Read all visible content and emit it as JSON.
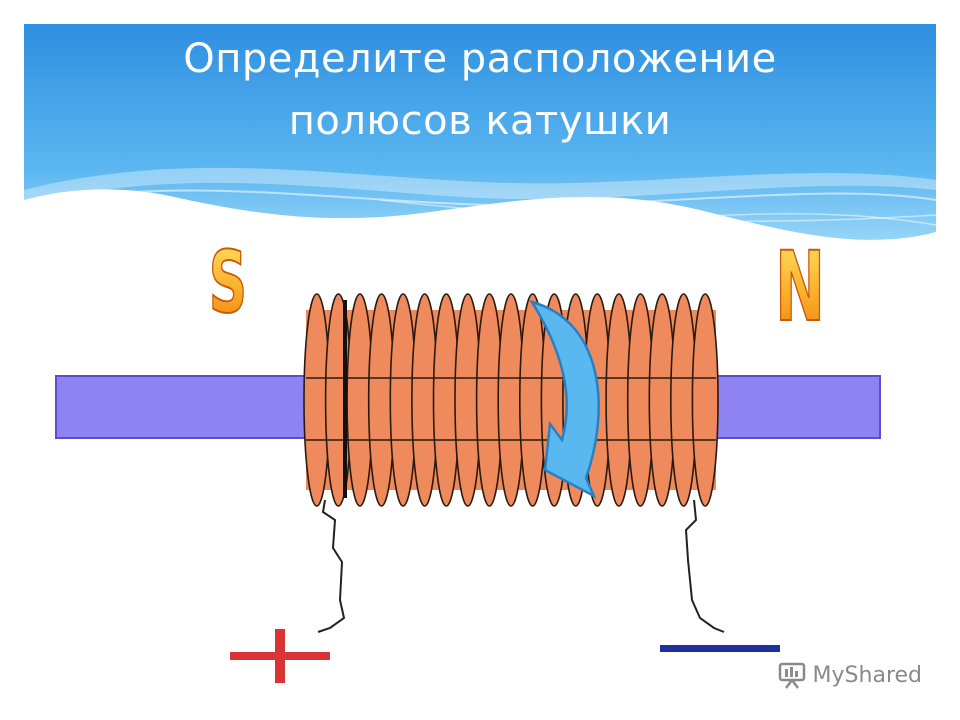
{
  "slide": {
    "title_line1": "Определите расположение",
    "title_line2": "полюсов катушки"
  },
  "diagram": {
    "pole_left": "S",
    "pole_right": "N",
    "terminal_left": "+",
    "terminal_right": "−"
  },
  "watermark": {
    "text": "MyShared",
    "icon": "presentation-board-icon"
  },
  "colors": {
    "header_top": "#2E8FE0",
    "header_bottom": "#8FD3F8",
    "core": "#8F82F2",
    "coil": "#EE8A5C",
    "pole_letter": "#F8A81E",
    "arrow": "#5AB8F0",
    "plus": "#D93434",
    "minus": "#1F2FA0"
  }
}
